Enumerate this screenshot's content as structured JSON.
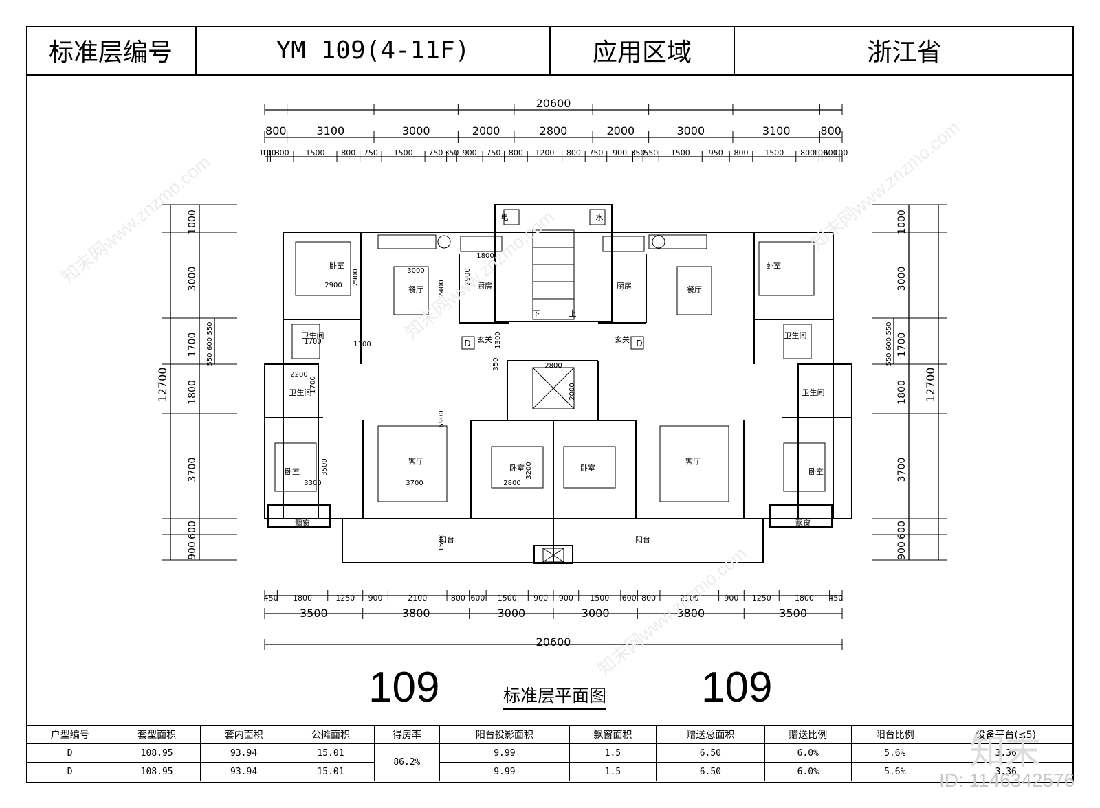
{
  "header": {
    "label1": "标准层编号",
    "code": "YM 109(4-11F)",
    "label2": "应用区域",
    "region": "浙江省"
  },
  "dims": {
    "total": "20600",
    "top_major": [
      "800",
      "3100",
      "3000",
      "2000",
      "2800",
      "2000",
      "3000",
      "3100",
      "800"
    ],
    "top_minor": [
      "100",
      "100",
      "800",
      "1500",
      "800",
      "750",
      "1500",
      "750",
      "350",
      "900",
      "750",
      "800",
      "1200",
      "800",
      "750",
      "900",
      "350",
      "550",
      "1500",
      "950",
      "800",
      "1500",
      "800",
      "100",
      "600",
      "100"
    ],
    "bottom_minor": [
      "450",
      "1800",
      "1250",
      "900",
      "2100",
      "800",
      "600",
      "1500",
      "900",
      "900",
      "1500",
      "600",
      "800",
      "2100",
      "900",
      "1250",
      "1800",
      "450"
    ],
    "bottom_major": [
      "3500",
      "3800",
      "3000",
      "3000",
      "3800",
      "3500"
    ],
    "left_major": [
      "1000",
      "3000",
      "1700",
      "1800",
      "3700",
      "600",
      "900"
    ],
    "left_minor": [
      "550",
      "600",
      "550"
    ],
    "side_total": "12700"
  },
  "rooms": {
    "bedroom": "卧室",
    "dining": "餐厅",
    "kitchen": "厨房",
    "bath": "卫生间",
    "entry": "玄关",
    "living": "客厅",
    "bay": "飘窗",
    "balcony": "阳台",
    "elec": "电",
    "water": "水",
    "down": "下",
    "up": "上",
    "door_code": "D"
  },
  "inner_dims": {
    "a": "3000",
    "b": "2900",
    "c": "2900",
    "d": "2400",
    "e": "2900",
    "f": "1800",
    "g": "1300",
    "h": "350",
    "i": "2800",
    "j": "2000",
    "k": "1700",
    "l": "1100",
    "m": "2200",
    "n": "1700",
    "o": "6900",
    "p": "3500",
    "q": "3300",
    "r": "3700",
    "s": "3200",
    "t": "2800",
    "u": "1500"
  },
  "plan_number_left": "109",
  "plan_number_right": "109",
  "plan_title": "标准层平面图",
  "table": {
    "headers": [
      "户型编号",
      "套型面积",
      "套内面积",
      "公摊面积",
      "得房率",
      "阳台投影面积",
      "飘窗面积",
      "赠送总面积",
      "赠送比例",
      "阳台比例",
      "设备平台(≤5)"
    ],
    "rows": [
      [
        "D",
        "108.95",
        "93.94",
        "15.01",
        "86.2%",
        "9.99",
        "1.5",
        "6.50",
        "6.0%",
        "5.6%",
        "3.36"
      ],
      [
        "D",
        "108.95",
        "93.94",
        "15.01",
        "",
        "9.99",
        "1.5",
        "6.50",
        "6.0%",
        "5.6%",
        "3.36"
      ]
    ]
  },
  "watermark": {
    "text": "知末网www.znzmo.com",
    "logo": "知末",
    "id": "ID: 1146342576"
  }
}
